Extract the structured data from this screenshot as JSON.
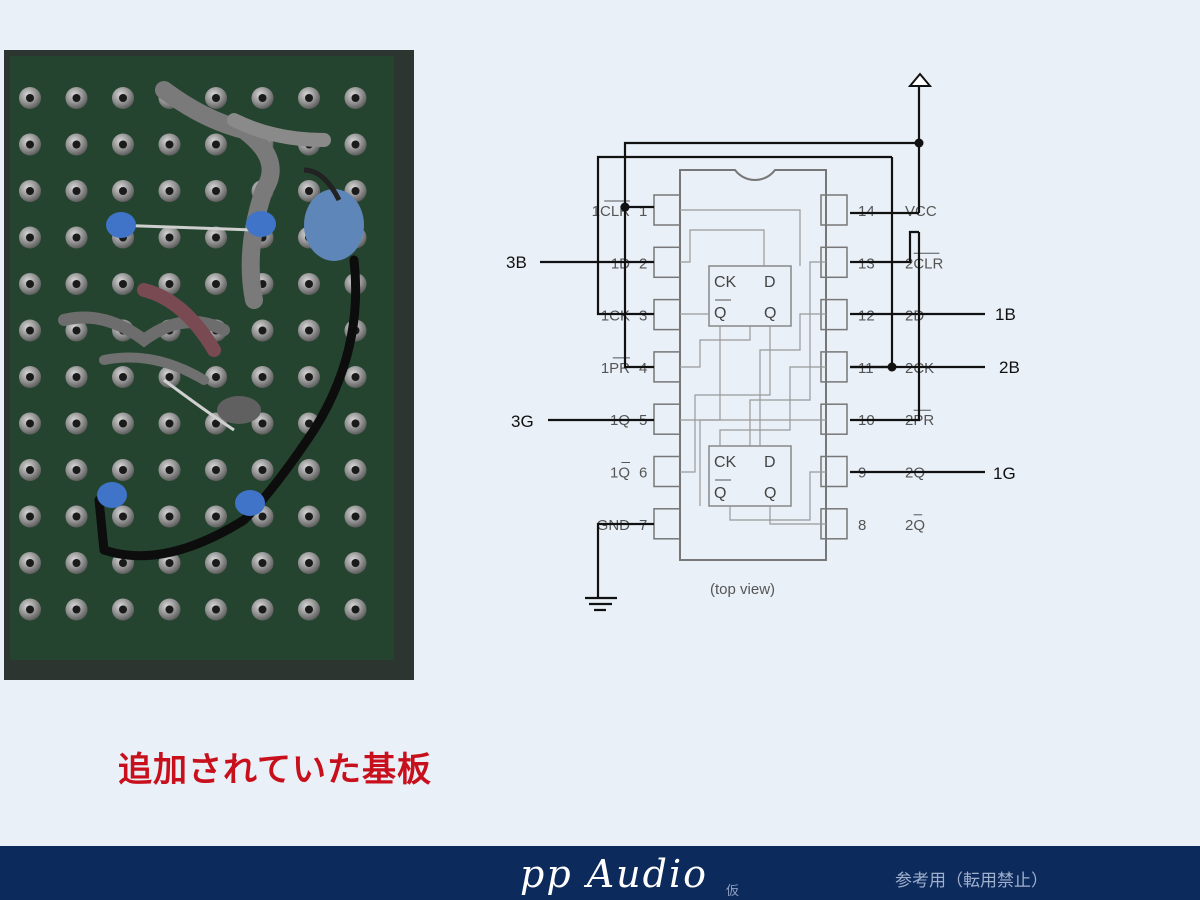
{
  "caption": "追加されていた基板",
  "footer": {
    "brand": "pp Audio",
    "brand_mark": "仮",
    "notice": "参考用（転用禁止）"
  },
  "ic": {
    "view": "(top view)",
    "left_pins": [
      {
        "label": "1CLR",
        "num": "1",
        "overline": "CLR"
      },
      {
        "label": "1D",
        "num": "2",
        "overline": ""
      },
      {
        "label": "1CK",
        "num": "3",
        "overline": ""
      },
      {
        "label": "1PR",
        "num": "4",
        "overline": "PR"
      },
      {
        "label": "1Q",
        "num": "5",
        "overline": ""
      },
      {
        "label": "1Q",
        "num": "6",
        "overline": "Q"
      },
      {
        "label": "GND",
        "num": "7",
        "overline": ""
      }
    ],
    "right_pins": [
      {
        "label": "VCC",
        "num": "14",
        "overline": ""
      },
      {
        "label": "2CLR",
        "num": "13",
        "overline": "CLR"
      },
      {
        "label": "2D",
        "num": "12",
        "overline": ""
      },
      {
        "label": "2CK",
        "num": "11",
        "overline": ""
      },
      {
        "label": "2PR",
        "num": "10",
        "overline": "PR"
      },
      {
        "label": "2Q",
        "num": "9",
        "overline": ""
      },
      {
        "label": "2Q",
        "num": "8",
        "overline": "Q"
      }
    ],
    "ff_labels": {
      "ck": "CK",
      "d": "D",
      "q": "Q",
      "qbar": "Q"
    }
  },
  "connections": {
    "pin2": "3B",
    "pin5": "3G",
    "pin12": "1B",
    "pin11": "2B",
    "pin9": "1G"
  },
  "colors": {
    "footer_bg": "#0d2a5c",
    "caption": "#c8101c",
    "marker": "#3f74c8",
    "pcb": "#25452f"
  }
}
